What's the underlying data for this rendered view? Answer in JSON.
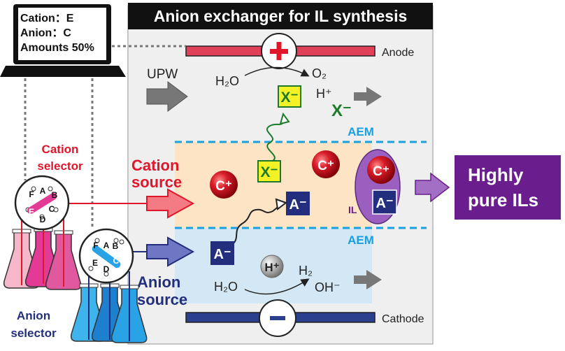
{
  "title": "Anion exchanger for IL synthesis",
  "laptop": {
    "line1": "Cation：E",
    "line2": "Anion：C",
    "line3": "Amounts 50%"
  },
  "electrodes": {
    "anode": "Anode",
    "cathode": "Cathode",
    "anode_sign": "+",
    "cathode_sign": "-"
  },
  "membranes": {
    "top": "AEM",
    "bottom": "AEM"
  },
  "streams": {
    "upw": "UPW",
    "cation_source_1": "Cation",
    "cation_source_2": "source",
    "anion_source_1": "Anion",
    "anion_source_2": "source"
  },
  "reactions": {
    "anode_reactant": "H₂O",
    "anode_product": "O₂",
    "cathode_reactant": "H₂O",
    "cathode_product_1": "H₂",
    "cathode_product_2": "OH⁻",
    "proton": "H⁺"
  },
  "ions": {
    "x_minus": "X⁻",
    "c_plus": "C⁺",
    "a_minus": "A⁻",
    "h_plus": "H⁺",
    "il": "IL"
  },
  "output": {
    "line1": "Highly",
    "line2": "pure ILs"
  },
  "selectors": {
    "cation_label_1": "Cation",
    "cation_label_2": "selector",
    "anion_label_1": "Anion",
    "anion_label_2": "selector",
    "ports": [
      "A",
      "B",
      "C",
      "D",
      "E",
      "F"
    ]
  },
  "colors": {
    "cation": "#e0162b",
    "anion": "#2a2a8c",
    "aem": "#1a9fe0",
    "upper_chamber": "#fde4c4",
    "lower_chamber": "#d3e8f4",
    "output": "#6a1d8c",
    "anode_bar": "#e0405a",
    "cathode_bar": "#2b3f8f",
    "x_ion": "#1d7a2a"
  },
  "icons": [
    "laptop-icon",
    "rotary-valve-icon",
    "flask-icon",
    "plus-icon",
    "minus-icon"
  ]
}
